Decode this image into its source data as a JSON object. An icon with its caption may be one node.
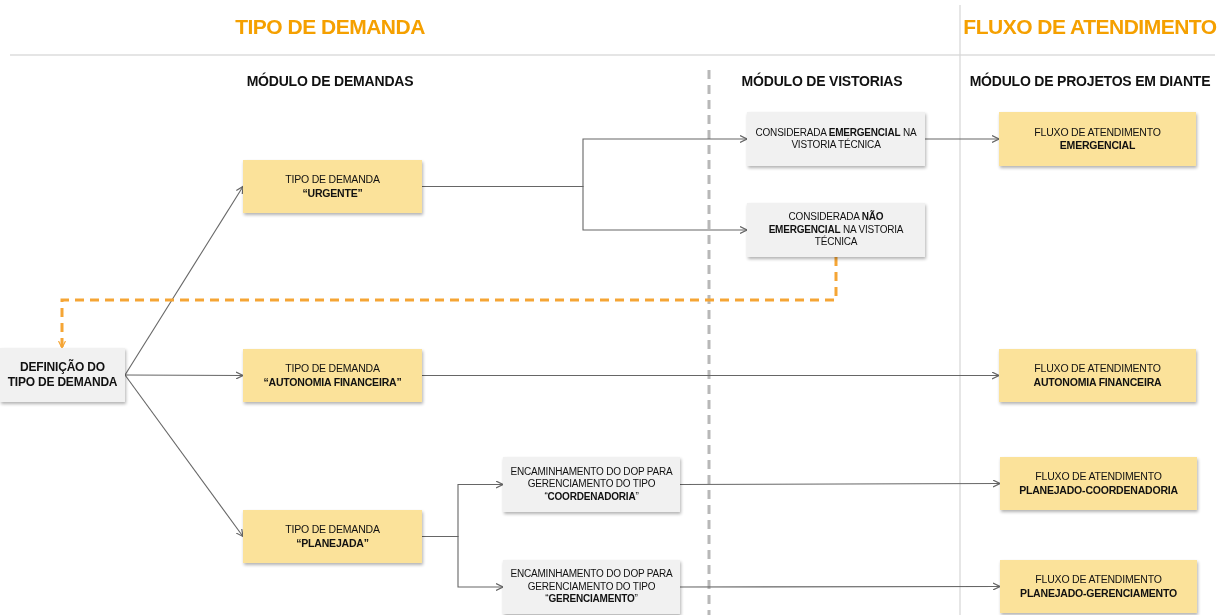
{
  "diagram": {
    "nodes": [
      {
        "text": [
          "DEFINIÇÃO DO TIPO DE DEMANDA"
        ]
      },
      {
        "text": [
          "TIPO DE DEMANDA",
          "“URGENTE”"
        ]
      },
      {
        "text": [
          "TIPO DE DEMANDA",
          "“AUTONOMIA FINANCEIRA”"
        ]
      },
      {
        "text": [
          "TIPO DE DEMANDA",
          "“PLANEJADA”"
        ]
      },
      {
        "text": [
          "ENCAMINHAMENTO DO DOP PARA GERENCIAMENTO DO TIPO “**COORDENADORIA**”"
        ]
      },
      {
        "text": [
          "ENCAMINHAMENTO DO DOP PARA GERENCIAMENTO DO TIPO “**GERENCIAMENTO**”"
        ]
      },
      {
        "text": [
          "CONSIDERADA **EMERGENCIAL** NA VISTORIA TÉCNICA"
        ]
      },
      {
        "text": [
          "CONSIDERADA **NÃO EMERGENCIAL** NA VISTORIA TÉCNICA"
        ]
      },
      {
        "text": [
          "FLUXO DE ATENDIMENTO",
          "EMERGENCIAL"
        ]
      },
      {
        "text": [
          "FLUXO DE ATENDIMENTO",
          "AUTONOMIA FINANCEIRA"
        ]
      },
      {
        "text": [
          "FLUXO DE ATENDIMENTO",
          "PLANEJADO-COORDENADORIA"
        ]
      },
      {
        "text": [
          "FLUXO DE ATENDIMENTO",
          "PLANEJADO-GERENCIAMENTO"
        ]
      }
    ],
    "edges": [
      {
        "from": 0,
        "to": 1,
        "arrow": "to"
      },
      {
        "from": 0,
        "to": 2,
        "arrow": "to"
      },
      {
        "from": 0,
        "to": 3,
        "arrow": "to"
      },
      {
        "from": 1,
        "to": 6,
        "arrow": "to"
      },
      {
        "from": 1,
        "to": 7,
        "arrow": "to"
      },
      {
        "from": 6,
        "to": 8,
        "arrow": "to"
      },
      {
        "from": 7,
        "to": 0,
        "arrow": "to",
        "style": "dashed",
        "color": "#f5a535"
      },
      {
        "from": 2,
        "to": 9,
        "arrow": "to"
      },
      {
        "from": 3,
        "to": 4,
        "arrow": "to"
      },
      {
        "from": 3,
        "to": 5,
        "arrow": "to"
      },
      {
        "from": 4,
        "to": 10,
        "arrow": "to"
      },
      {
        "from": 5,
        "to": 11,
        "arrow": "to"
      }
    ],
    "labels": [
      "TIPO DE DEMANDA",
      "FLUXO DE ATENDIMENTO",
      "MÓDULO DE DEMANDAS",
      "MÓDULO DE VISTORIAS",
      "MÓDULO DE PROJETOS EM DIANTE"
    ]
  }
}
